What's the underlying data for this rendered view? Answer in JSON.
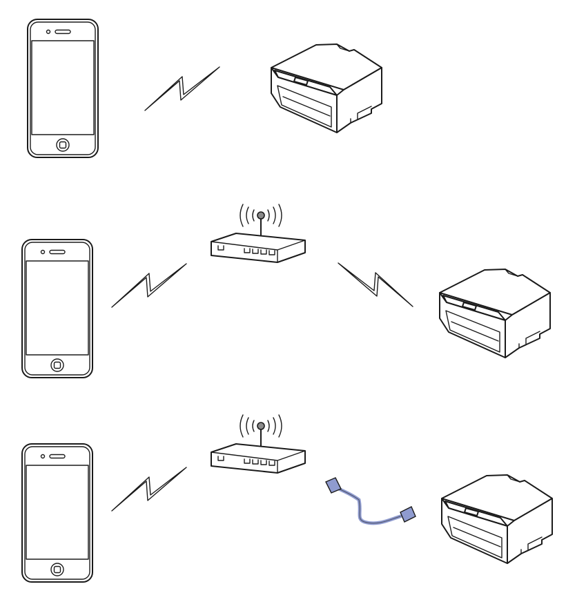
{
  "diagram": {
    "scenarios": [
      {
        "id": "direct",
        "connection": "wireless-direct",
        "devices": [
          "smartphone",
          "printer"
        ]
      },
      {
        "id": "router-wireless",
        "connection": "wireless-via-access-point",
        "devices": [
          "smartphone",
          "wireless-router",
          "printer"
        ]
      },
      {
        "id": "router-wired",
        "connection": "wireless-then-ethernet",
        "devices": [
          "smartphone",
          "wireless-router",
          "ethernet-cable",
          "printer"
        ]
      }
    ],
    "icons": {
      "phone": "smartphone-icon",
      "printer": "printer-icon",
      "router": "wireless-router-icon",
      "signal": "lightning-signal-icon",
      "cable": "ethernet-cable-icon"
    },
    "colors": {
      "line": "#1a1a1a",
      "cable": "#8f9bcf",
      "background": "#ffffff"
    }
  }
}
